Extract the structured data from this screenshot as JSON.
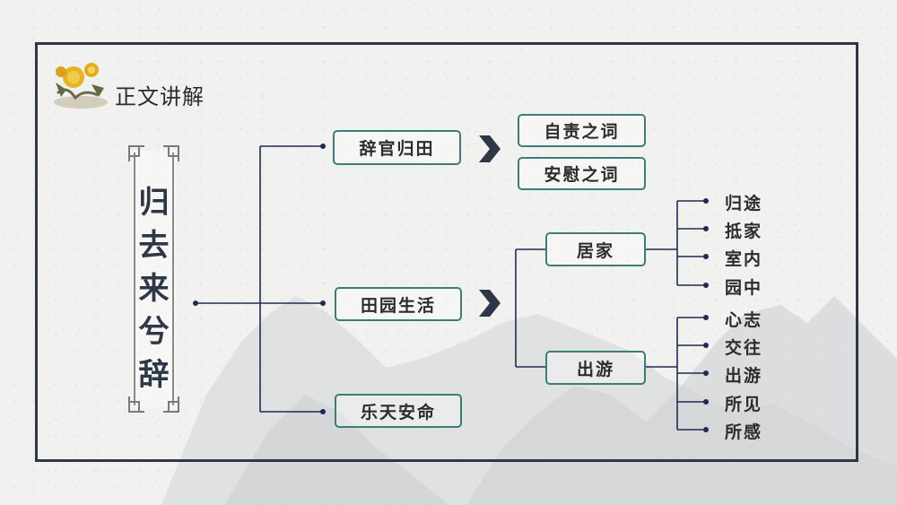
{
  "header": {
    "title": "正文讲解"
  },
  "main_title": [
    "归",
    "去",
    "来",
    "兮",
    "辞"
  ],
  "branches": [
    {
      "label": "辞官归田",
      "children": [
        "自责之词",
        "安慰之词"
      ]
    },
    {
      "label": "田园生活",
      "children": [
        {
          "label": "居家",
          "items": [
            "归途",
            "抵家",
            "室内",
            "园中"
          ]
        },
        {
          "label": "出游",
          "items": [
            "心志",
            "交往",
            "出游",
            "所见",
            "所感"
          ]
        }
      ]
    },
    {
      "label": "乐天安命"
    }
  ],
  "arrow_icon": "chevron-right-icon",
  "colors": {
    "frame": "#2e3747",
    "box_border": "#3d7d78",
    "line": "#1e2a55"
  }
}
